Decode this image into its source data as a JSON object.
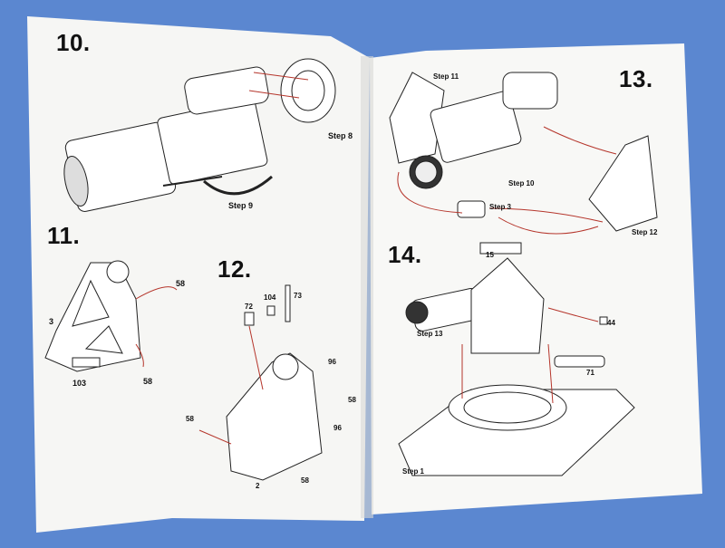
{
  "left_page": {
    "step_10": {
      "number": "10.",
      "labels": {
        "step_8": "Step 8",
        "step_9": "Step 9"
      }
    },
    "step_11": {
      "number": "11.",
      "labels": {
        "p3": "3",
        "p103": "103",
        "p58a": "58",
        "p58b": "58"
      }
    },
    "step_12": {
      "number": "12.",
      "labels": {
        "p104": "104",
        "p73": "73",
        "p72": "72",
        "p96a": "96",
        "p96b": "96",
        "p58a": "58",
        "p58b": "58",
        "p58c": "58",
        "p2": "2"
      }
    }
  },
  "right_page": {
    "step_13": {
      "number": "13.",
      "labels": {
        "step_11": "Step 11",
        "step_10": "Step 10",
        "step_3": "Step 3",
        "p15": "15",
        "step_12": "Step 12"
      }
    },
    "step_14": {
      "number": "14.",
      "labels": {
        "step_13": "Step 13",
        "p44": "44",
        "p71": "71",
        "step_1": "Step 1"
      }
    }
  },
  "colors": {
    "background": "#5b87d0",
    "paper": "#f7f7f5",
    "line_art": "#222222",
    "callout_red": "#b5352b"
  }
}
